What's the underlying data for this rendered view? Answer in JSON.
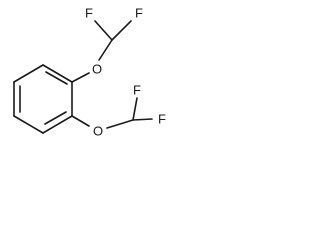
{
  "atoms": {
    "o_upper": "O",
    "o_lower": "O",
    "f_upper_left": "F",
    "f_upper_right": "F",
    "f_lower_left": "F",
    "f_lower_right": "F"
  }
}
